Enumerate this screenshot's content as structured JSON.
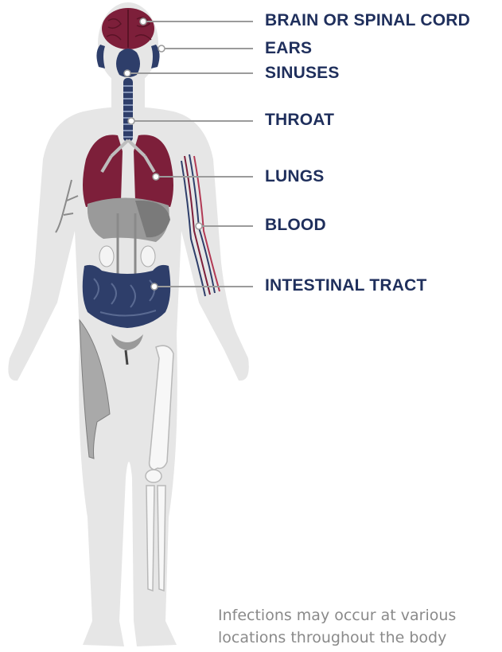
{
  "labels": {
    "brain": "BRAIN OR SPINAL CORD",
    "ears": "EARS",
    "sinuses": "SINUSES",
    "throat": "THROAT",
    "lungs": "LUNGS",
    "blood": "BLOOD",
    "intestinal": "INTESTINAL TRACT"
  },
  "caption": {
    "line1": "Infections may occur at various",
    "line2": "locations throughout the body"
  },
  "colors": {
    "label_text": "#1f2f5c",
    "body_silhouette": "#e6e6e6",
    "organ_red": "#7d1f3a",
    "organ_navy": "#2e3e6a",
    "leader_line": "#9b9b9b",
    "caption_text": "#8a8a8a"
  }
}
